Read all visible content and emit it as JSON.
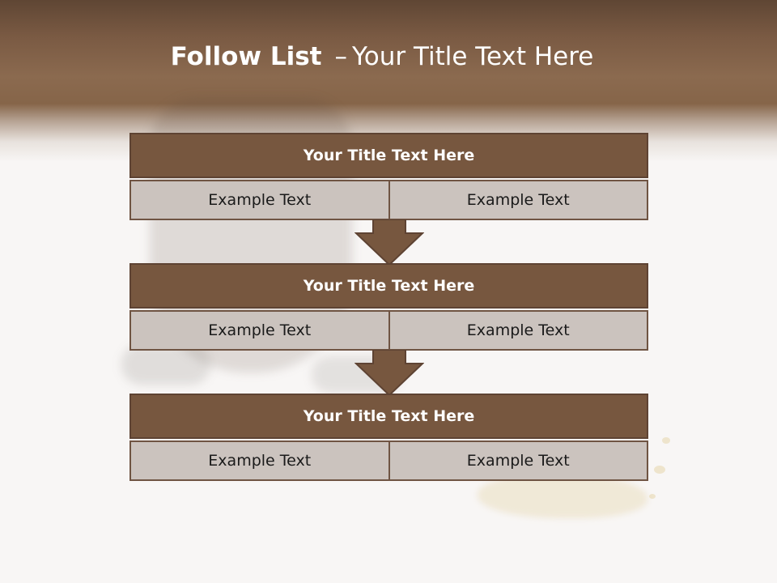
{
  "slide": {
    "title_bold": "Follow List",
    "title_separator": "–",
    "title_rest": "Your Title Text Here"
  },
  "steps": [
    {
      "title": "Your Title Text Here",
      "cells": [
        "Example Text",
        "Example Text"
      ]
    },
    {
      "title": "Your Title Text Here",
      "cells": [
        "Example Text",
        "Example Text"
      ]
    },
    {
      "title": "Your Title Text Here",
      "cells": [
        "Example Text",
        "Example Text"
      ]
    }
  ],
  "colors": {
    "header_band": "#8b6a4f",
    "step_header": "#77573f",
    "cell_fill": "#cbc3be",
    "arrow_fill": "#77573f",
    "outline": "#5e4333"
  },
  "icons": {
    "connector": "down-arrow-icon"
  }
}
